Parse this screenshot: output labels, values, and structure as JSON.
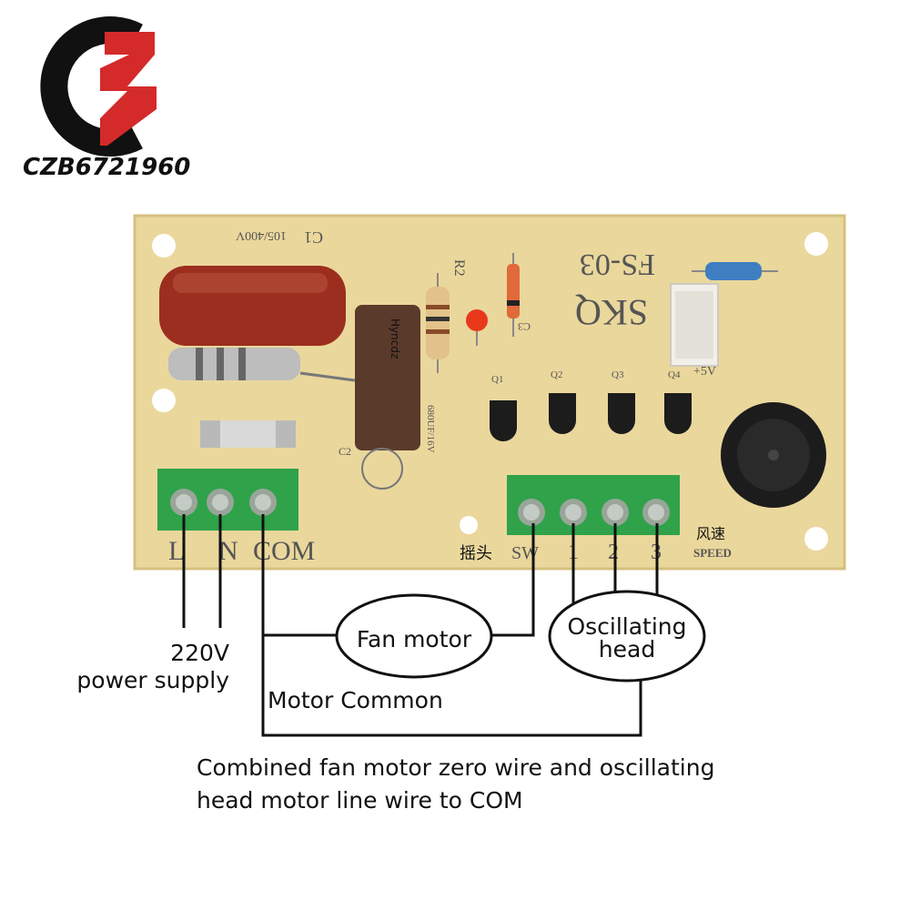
{
  "brand": {
    "watermark": "CZB6721960",
    "logo_colors": [
      "#111111",
      "#d42a2a"
    ]
  },
  "board": {
    "silkscreen": {
      "capacitor_ref": "C1",
      "capacitor_value": "105/400V",
      "resistor_ref": "R2",
      "model": "FS-03",
      "maker": "SKQ",
      "plus5v": "+5V",
      "c2": "C2",
      "c3": "C3",
      "q1": "Q1",
      "q2": "Q2",
      "q3": "Q3",
      "q4": "Q4",
      "cap2_value": "680UF/16V",
      "elko_brand": "Hyncdz",
      "left_terminals": [
        "L",
        "N",
        "COM"
      ],
      "right_terminals": [
        "SW",
        "1",
        "2",
        "3"
      ],
      "osc_cn": "摇头",
      "speed_cn": "风速",
      "speed_en": "SPEED"
    },
    "colors": {
      "pcb": "#ead79c",
      "terminal": "#2fa24a",
      "cap": "#9b2e1f"
    }
  },
  "diagram": {
    "fan_motor": "Fan motor",
    "oscillating_line1": "Oscillating",
    "oscillating_line2": "head",
    "power_line1": "220V",
    "power_line2": "power supply",
    "motor_common": "Motor Common",
    "note_line1": "Combined fan motor zero wire and oscillating",
    "note_line2": "head motor line wire to COM"
  }
}
